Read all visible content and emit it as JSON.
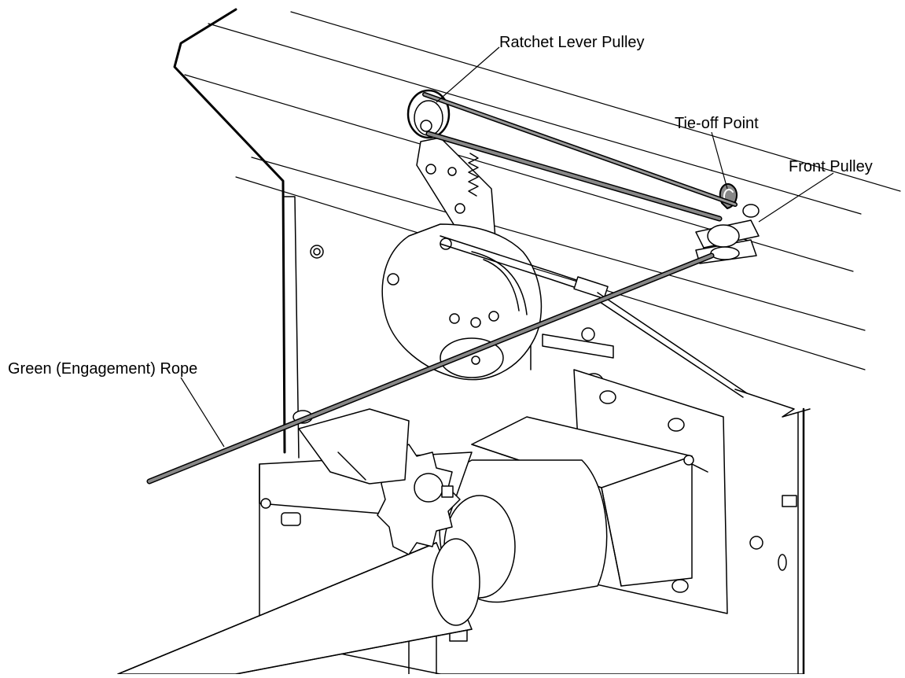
{
  "diagram": {
    "labels": {
      "ratchet_lever_pulley": "Ratchet Lever Pulley",
      "tie_off_point": "Tie-off Point",
      "front_pulley": "Front Pulley",
      "green_engagement_rope": "Green (Engagement) Rope"
    },
    "colors": {
      "line": "#000000",
      "rope": "#555555",
      "fill": "#ffffff"
    }
  }
}
